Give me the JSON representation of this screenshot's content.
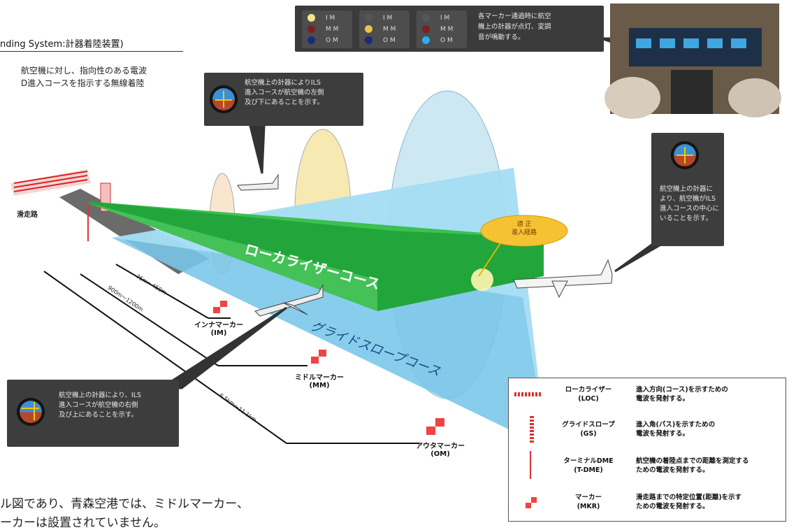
{
  "header": {
    "system_title": "nding System:計器着陸装置)",
    "desc_line1": "航空機に対し、指向性のある電波",
    "desc_line2": "D進入コースを指示する無線着陸"
  },
  "marker_panel": {
    "groups": [
      {
        "rows": [
          {
            "code": "I M",
            "color": "#f2e58a"
          },
          {
            "code": "M M",
            "color": "#7a2020"
          },
          {
            "code": "O M",
            "color": "#1a2a7a"
          }
        ]
      },
      {
        "rows": [
          {
            "code": "I M",
            "color": "#555555"
          },
          {
            "code": "M M",
            "color": "#e8c24a"
          },
          {
            "code": "O M",
            "color": "#1a2a7a"
          }
        ]
      },
      {
        "rows": [
          {
            "code": "I M",
            "color": "#555555"
          },
          {
            "code": "M M",
            "color": "#7a2020"
          },
          {
            "code": "O M",
            "color": "#2ab0e8"
          }
        ]
      }
    ],
    "note_line1": "各マーカー通過時に航空",
    "note_line2": "機上の計器が点灯、変調",
    "note_line3": "音が鳴動する。"
  },
  "callout_top": {
    "line1": "航空機上の計器によりILS",
    "line2": "進入コースが航空機の左側",
    "line3": "及び下にあることを示す。"
  },
  "callout_right": {
    "line1": "航空機上の計器に",
    "line2": "より、航空機がILS",
    "line3": "進入コースの中心に",
    "line4": "いることを示す。"
  },
  "callout_bottom": {
    "line1": "航空機上の計器により、ILS",
    "line2": "進入コースが航空機の右側",
    "line3": "及び上にあることを示す。"
  },
  "bubble": {
    "line1": "適 正",
    "line2": "進入経路"
  },
  "diagram": {
    "runway_label": "滑走路",
    "localizer_course": "ローカライザーコース",
    "glideslope_course": "グライドスロープコース",
    "inner_marker": {
      "name": "インナマーカー",
      "code": "(IM)"
    },
    "middle_marker": {
      "name": "ミドルマーカー",
      "code": "(MM)"
    },
    "outer_marker": {
      "name": "アウタマーカー",
      "code": "(OM)"
    },
    "dist_inner": "75m〜450m",
    "dist_middle": "900m〜1200m",
    "dist_outer": "6.5km〜11.1km"
  },
  "legend": {
    "items": [
      {
        "name1": "ローカライザー",
        "name2": "(LOC)",
        "desc1": "進入方向(コース)を示すための",
        "desc2": "電波を発射する。"
      },
      {
        "name1": "グライドスロープ",
        "name2": "(GS)",
        "desc1": "進入角(パス)を示すための",
        "desc2": "電波を発射する。"
      },
      {
        "name1": "ターミナルDME",
        "name2": "(T-DME)",
        "desc1": "航空機の着陸点までの距離を測定する",
        "desc2": "ための電波を発射する。"
      },
      {
        "name1": "マーカー",
        "name2": "(MKR)",
        "desc1": "滑走路までの特定位置(距離)を示す",
        "desc2": "ための電波を発射する。"
      }
    ]
  },
  "footer": {
    "line1": "ル図であり、青森空港では、ミドルマーカー、",
    "line2": "ーカーは設置されていません。"
  }
}
